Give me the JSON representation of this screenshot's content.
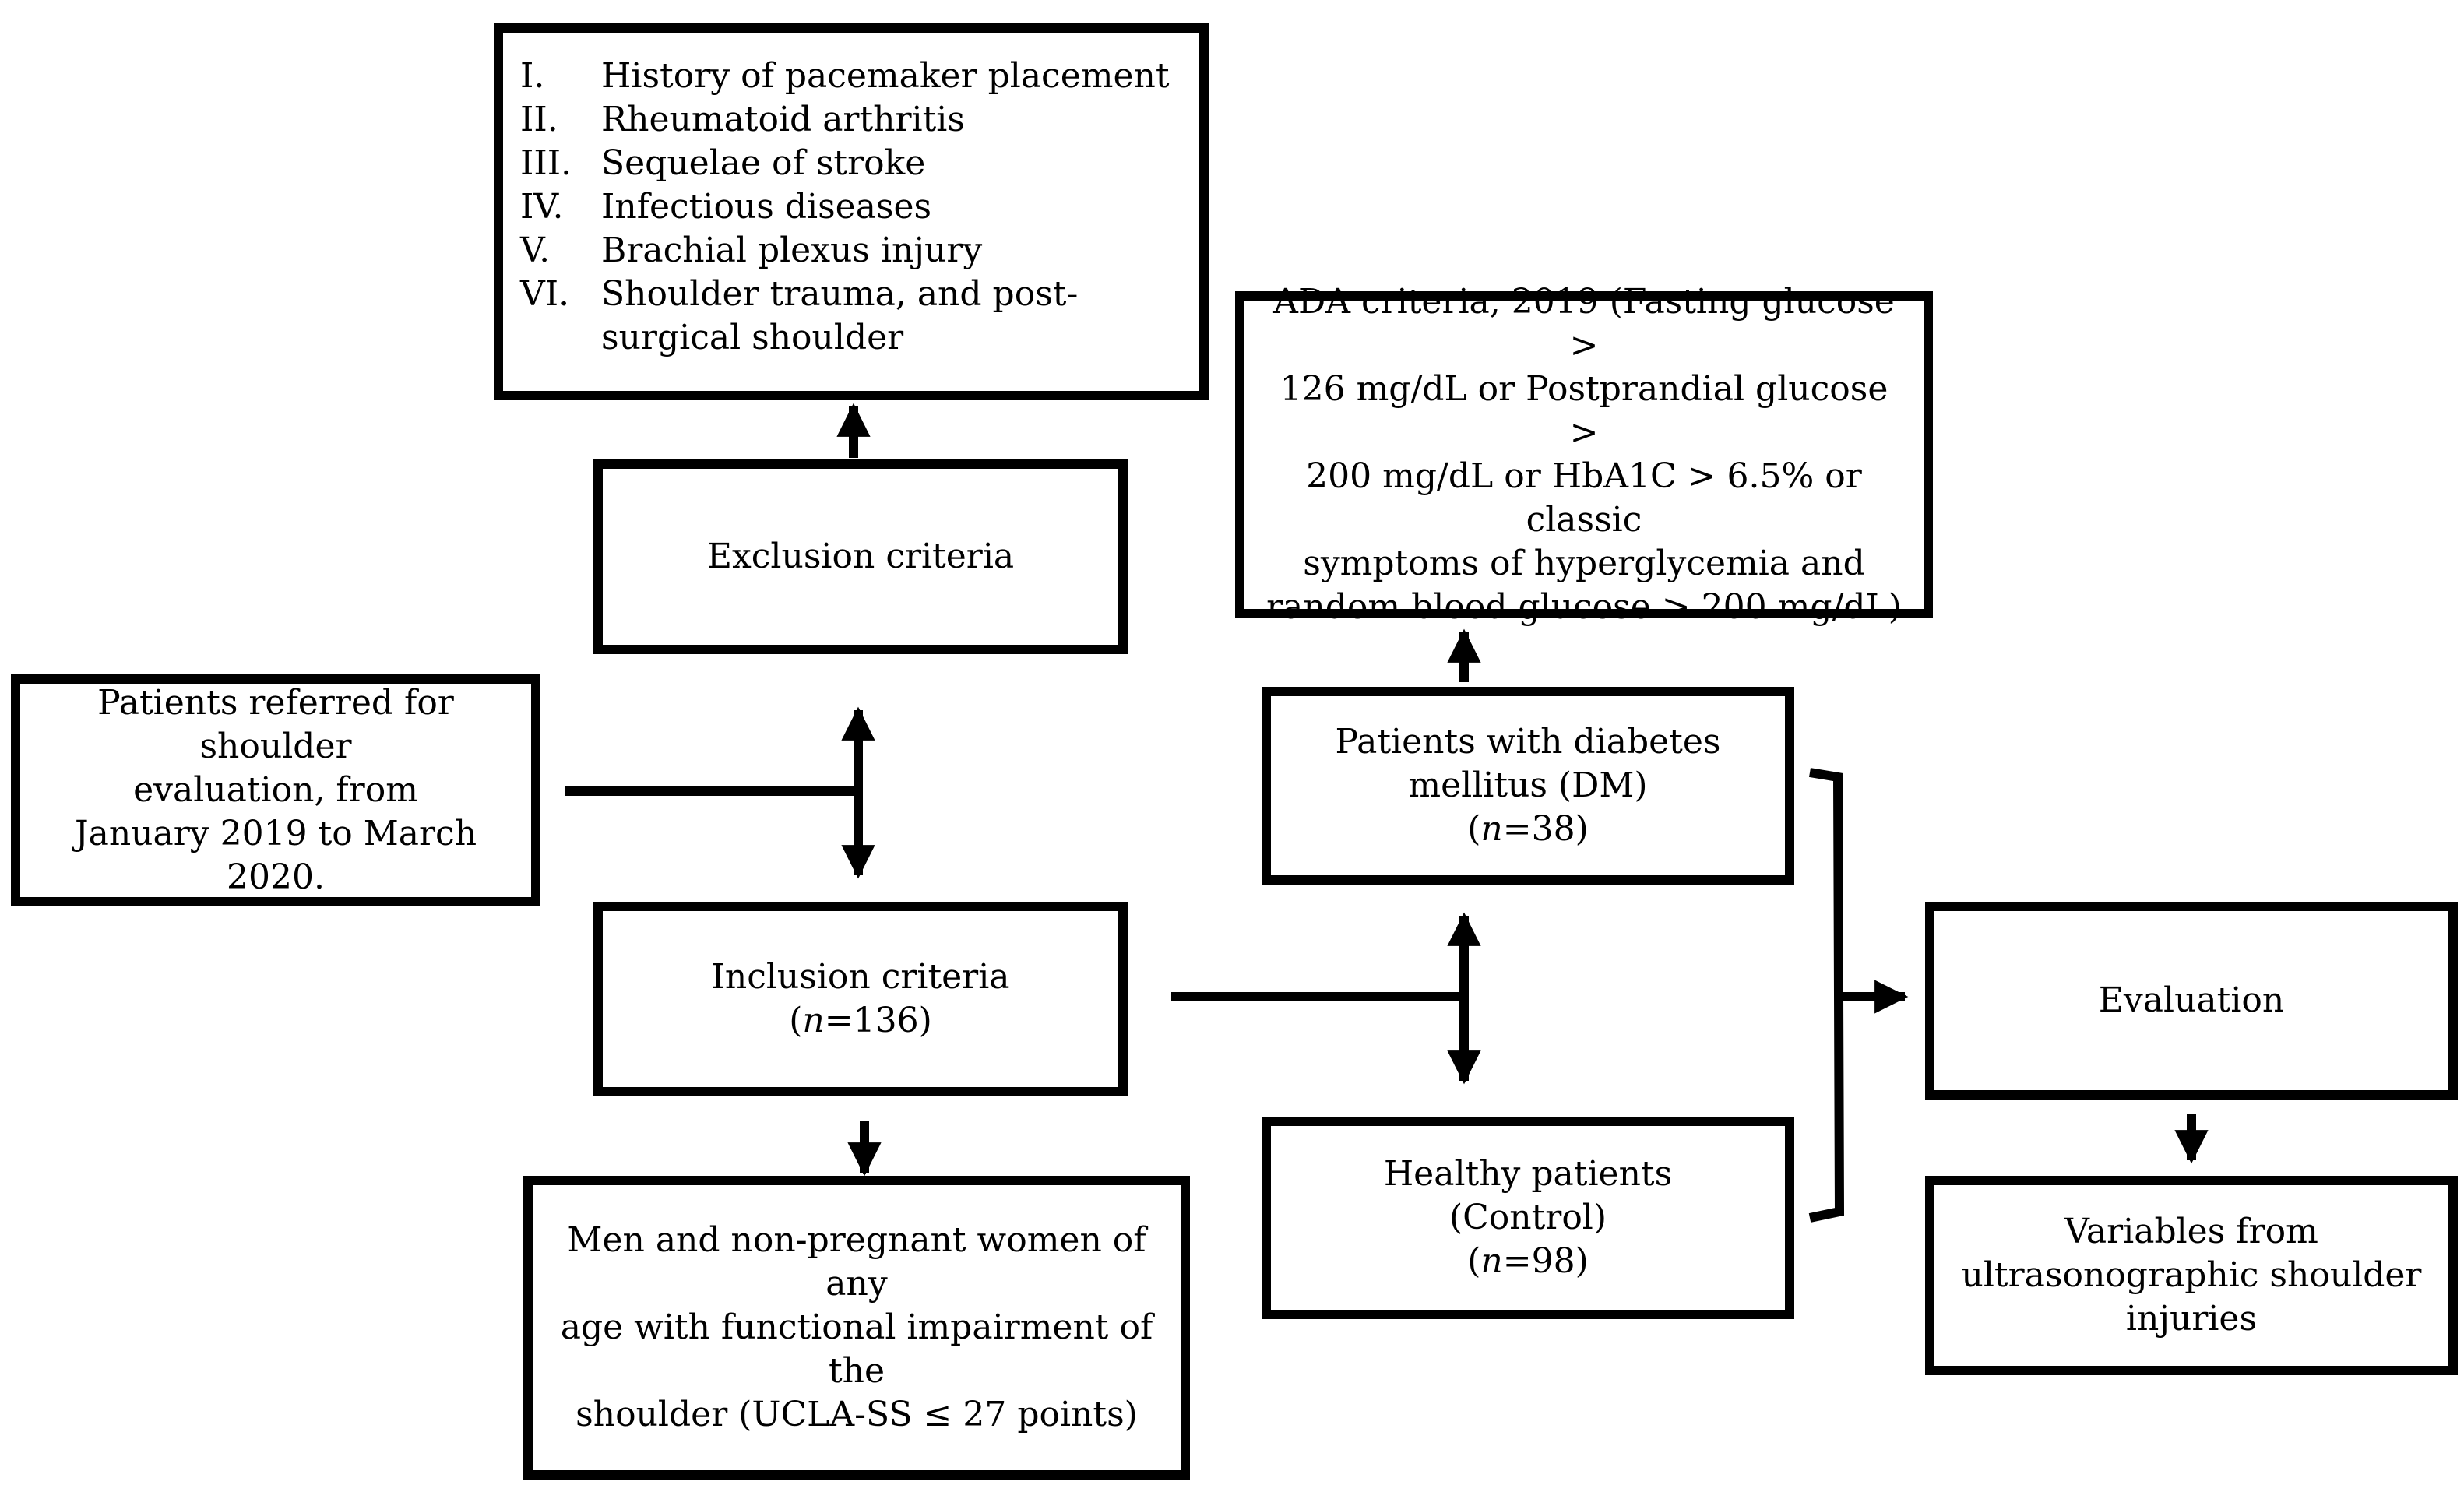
{
  "exclusion_list": {
    "items": [
      {
        "numeral": "I.",
        "text": "History of pacemaker placement"
      },
      {
        "numeral": "II.",
        "text": "Rheumatoid arthritis"
      },
      {
        "numeral": "III.",
        "text": "Sequelae of stroke"
      },
      {
        "numeral": "IV.",
        "text": "Infectious diseases"
      },
      {
        "numeral": "V.",
        "text": "Brachial plexus injury"
      },
      {
        "numeral": "VI.",
        "text": "Shoulder trauma, and post-surgical shoulder"
      }
    ]
  },
  "exclusion_criteria": {
    "label": "Exclusion criteria"
  },
  "referred": {
    "lines": [
      "Patients referred for shoulder",
      "evaluation, from",
      "January 2019 to March 2020."
    ]
  },
  "inclusion_criteria": {
    "label": "Inclusion criteria",
    "n_symbol": "n",
    "n_value": "=136",
    "open": "(",
    "close": ")"
  },
  "inclusion_detail": {
    "lines": [
      "Men and non-pregnant women of any",
      "age with functional impairment of the",
      "shoulder (UCLA-SS ≤ 27 points)"
    ]
  },
  "ada_criteria": {
    "lines": [
      "ADA criteria, 2019 (Fasting glucose >",
      "126 mg/dL or Postprandial glucose >",
      "200 mg/dL or HbA1C > 6.5% or classic",
      "symptoms of hyperglycemia and",
      "random blood glucose > 200 mg/dL)"
    ]
  },
  "diabetes_group": {
    "lines": [
      "Patients with diabetes",
      "mellitus (DM)"
    ],
    "n_symbol": "n",
    "n_value": "=38",
    "open": "(",
    "close": ")"
  },
  "control_group": {
    "lines": [
      "Healthy patients",
      "(Control)"
    ],
    "n_symbol": "n",
    "n_value": "=98",
    "open": "(",
    "close": ")"
  },
  "evaluation": {
    "label": "Evaluation"
  },
  "variables": {
    "lines": [
      "Variables from",
      "ultrasonographic shoulder",
      "injuries"
    ]
  }
}
